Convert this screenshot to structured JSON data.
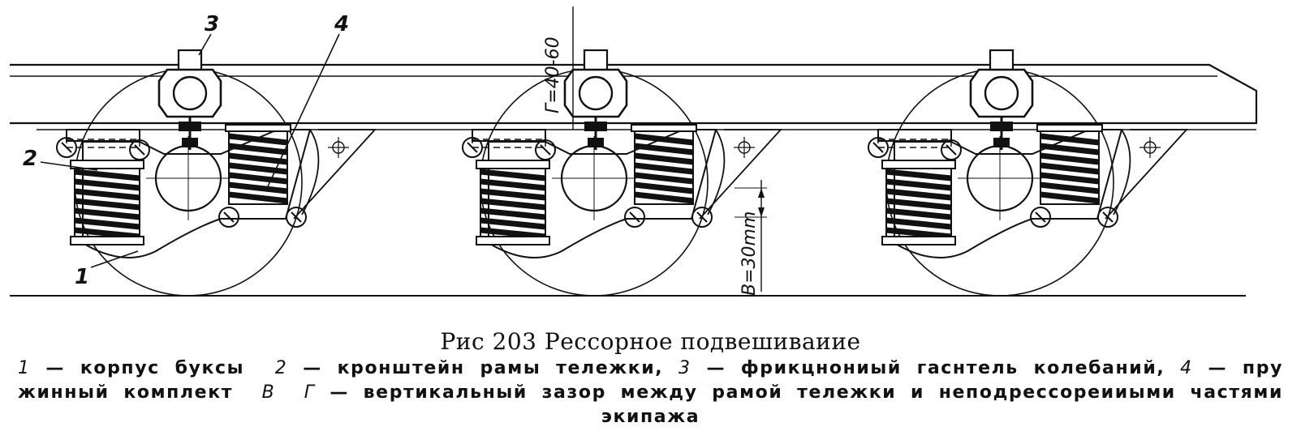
{
  "figure": {
    "callouts": {
      "label_1": "1",
      "label_2": "2",
      "label_3": "3",
      "label_4": "4"
    },
    "dimensions": {
      "gap_g": "Г=40-60",
      "gap_v": "B=30mm"
    }
  },
  "caption": {
    "title": "Рис  203  Рессорное подвешиваиие",
    "legend": {
      "n1": "1",
      "t1": "— корпус буксы",
      "n2": "2",
      "t2": "— кронштейн рамы тележки,",
      "n3": "3",
      "t3": "— фрикцнониый гаснтель колебаний,",
      "n4": "4",
      "t4": "— пру",
      "t5": "жинный комплект",
      "nB": "В",
      "nG": "Г",
      "t6": "— вертикальный зазор между рамой тележки и неподрессореииыми частями",
      "t7": "экипажа"
    }
  }
}
